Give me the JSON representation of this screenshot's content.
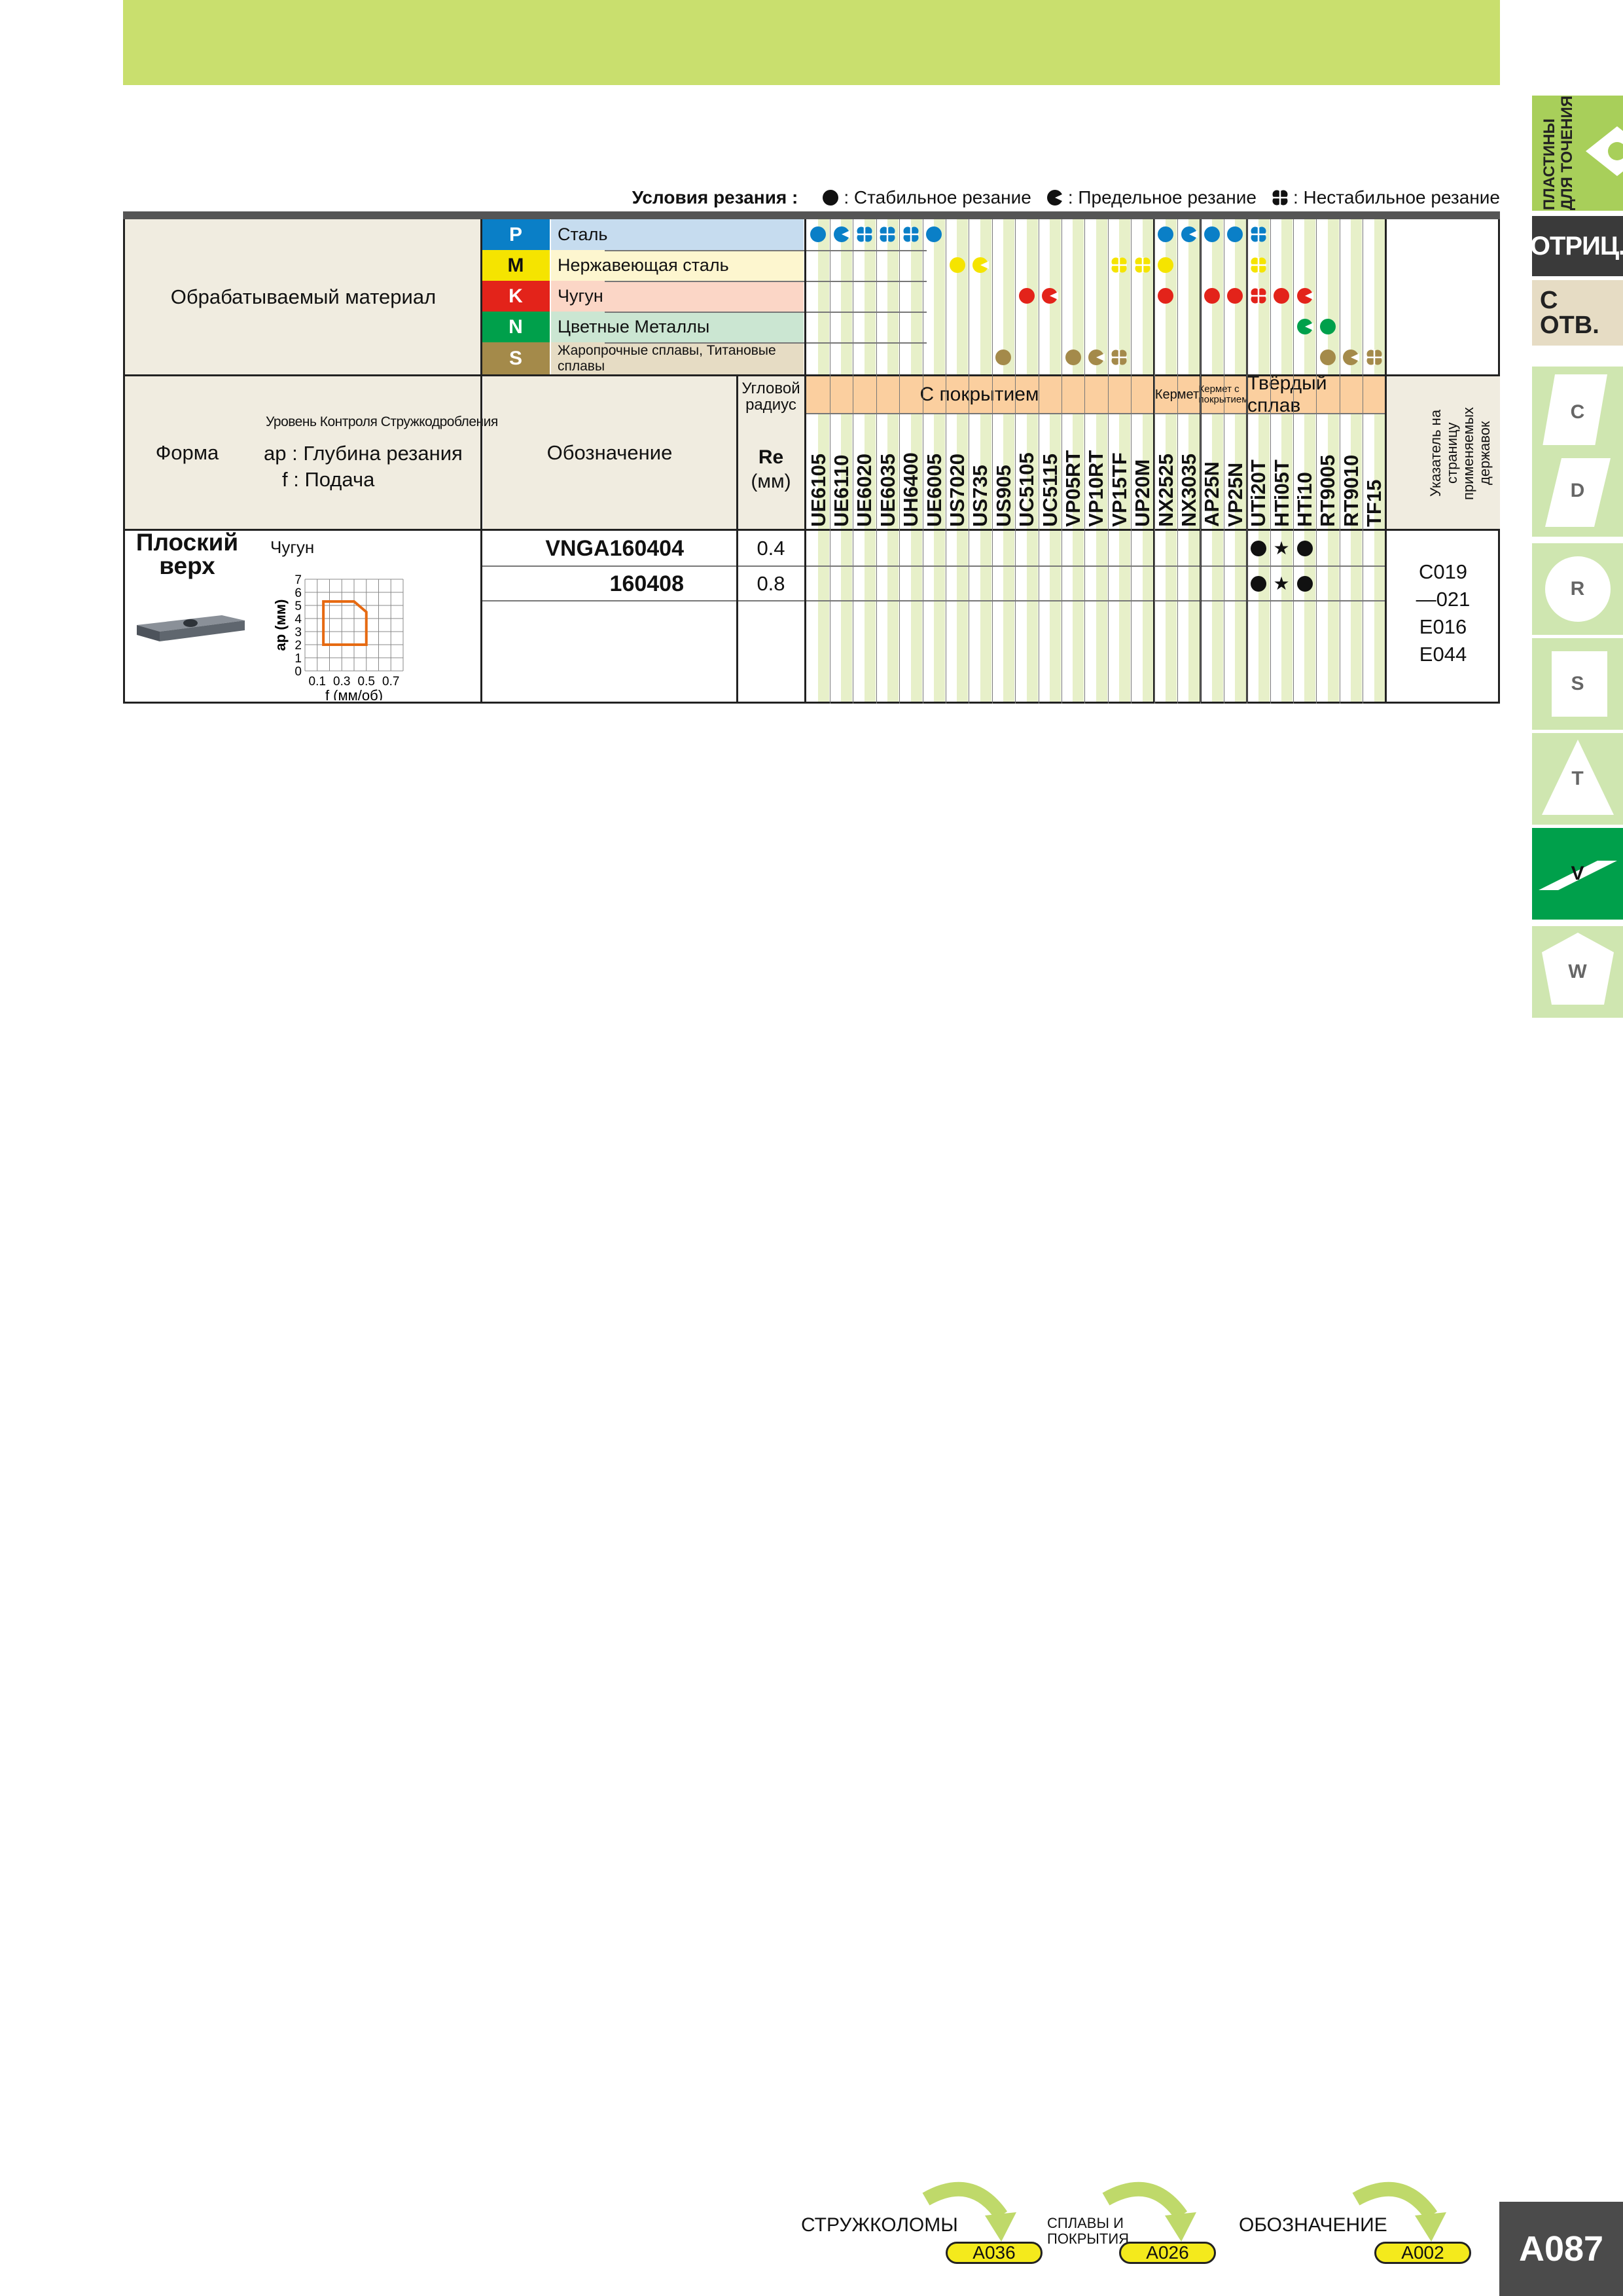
{
  "legend": {
    "title": "Условия резания :",
    "stable": ": Стабильное резание",
    "limit": ": Предельное резание",
    "unstable": ": Нестабильное резание"
  },
  "header": {
    "material_label": "Обрабатываемый материал",
    "materials": [
      {
        "code": "P",
        "name": "Сталь",
        "color": "#0a7fc7",
        "bg": "#c6dcef"
      },
      {
        "code": "M",
        "name": "Нержавеющая сталь",
        "color": "#f5e400",
        "bg": "#fdf6cf"
      },
      {
        "code": "K",
        "name": "Чугун",
        "color": "#e3231a",
        "bg": "#fbd6c6"
      },
      {
        "code": "N",
        "name": "Цветные Металлы",
        "color": "#00a04b",
        "bg": "#cbe6d2"
      },
      {
        "code": "S",
        "name": "Жаропрочные сплавы, Титановые сплавы",
        "color": "#a48a4a",
        "bg": "#e6dcc4"
      }
    ],
    "form_label": "Форма",
    "chip_control_label": "Уровень Контроля Стружкодробления",
    "ap_label": "ap : Глубина резания",
    "f_label": "f : Подача",
    "designation_label": "Обозначение",
    "radius_label": "Угловой радиус",
    "re_label": "Re",
    "re_unit": "(мм)",
    "page_index_label": "Указатель на страницу применяемых державок",
    "groups": {
      "coated": "С покрытием",
      "cermet": "Кермет",
      "coated_cermet": "Кермет с покрытием",
      "carbide": "Твёрдый сплав"
    }
  },
  "grades": [
    "UE6105",
    "UE6110",
    "UE6020",
    "UE6035",
    "UH6400",
    "UE6005",
    "US7020",
    "US735",
    "US905",
    "UC5105",
    "UC5115",
    "VP05RT",
    "VP10RT",
    "VP15TF",
    "UP20M",
    "NX2525",
    "NX3035",
    "AP25N",
    "VP25N",
    "UTi20T",
    "HTi05T",
    "HTi10",
    "RT9005",
    "RT9010",
    "TF15"
  ],
  "chart_data": {
    "type": "table",
    "title": "Условия резания",
    "columns": [
      "UE6105",
      "UE6110",
      "UE6020",
      "UE6035",
      "UH6400",
      "UE6005",
      "US7020",
      "US735",
      "US905",
      "UC5105",
      "UC5115",
      "VP05RT",
      "VP10RT",
      "VP15TF",
      "UP20M",
      "NX2525",
      "NX3035",
      "AP25N",
      "VP25N",
      "UTi20T",
      "HTi05T",
      "HTi10",
      "RT9005",
      "RT9010",
      "TF15"
    ],
    "rows": [
      {
        "material": "P",
        "cells": [
          "stable",
          "limit",
          "unstable",
          "unstable",
          "unstable",
          "stable",
          "",
          "",
          "",
          "",
          "",
          "",
          "",
          "",
          "",
          "stable",
          "limit",
          "stable",
          "stable",
          "unstable",
          "",
          "",
          "",
          "",
          ""
        ]
      },
      {
        "material": "M",
        "cells": [
          "",
          "",
          "",
          "",
          "",
          "",
          "stable",
          "limit",
          "",
          "",
          "",
          "",
          "",
          "unstable",
          "unstable",
          "stable",
          "",
          "",
          "",
          "unstable",
          "",
          "",
          "",
          "",
          ""
        ]
      },
      {
        "material": "K",
        "cells": [
          "",
          "",
          "",
          "",
          "",
          "",
          "",
          "",
          "",
          "stable",
          "limit",
          "",
          "",
          "",
          "",
          "stable",
          "",
          "stable",
          "stable",
          "unstable",
          "stable",
          "limit",
          "",
          "",
          ""
        ]
      },
      {
        "material": "N",
        "cells": [
          "",
          "",
          "",
          "",
          "",
          "",
          "",
          "",
          "",
          "",
          "",
          "",
          "",
          "",
          "",
          "",
          "",
          "",
          "",
          "",
          "",
          "limit",
          "stable",
          "",
          ""
        ]
      },
      {
        "material": "S",
        "cells": [
          "",
          "",
          "",
          "",
          "",
          "",
          "",
          "",
          "stable",
          "",
          "",
          "stable",
          "limit",
          "unstable",
          "",
          "",
          "",
          "",
          "",
          "",
          "",
          "",
          "stable",
          "limit",
          "unstable"
        ]
      }
    ]
  },
  "row": {
    "name_line1": "Плоский",
    "name_line2": "верх",
    "chart_material": "Чугун",
    "mini_chart": {
      "ylabel": "ap (мм)",
      "xlabel": "f (мм/об)",
      "yticks": [
        "7",
        "6",
        "5",
        "4",
        "3",
        "2",
        "1",
        "0"
      ],
      "xticks": [
        "0.1",
        "0.3",
        "0.5",
        "0.7"
      ],
      "region": [
        [
          0.15,
          2.0
        ],
        [
          0.15,
          5.3
        ],
        [
          0.4,
          5.3
        ],
        [
          0.5,
          4.5
        ],
        [
          0.5,
          2.0
        ]
      ]
    },
    "items": [
      {
        "designation": "VNGA160404",
        "re": "0.4",
        "marks": {
          "UTi20T": "stable",
          "HTi05T": "star",
          "HTi10": "stable"
        }
      },
      {
        "designation": "160408",
        "re": "0.8",
        "marks": {
          "UTi20T": "stable",
          "HTi05T": "star",
          "HTi10": "stable"
        }
      }
    ],
    "page_refs": [
      "C019",
      "—021",
      "E016",
      "E044"
    ]
  },
  "sidebar": {
    "title_line1": "ПЛАСТИНЫ",
    "title_line2": "ДЛЯ ТОЧЕНИЯ",
    "negative": "ОТРИЦ.",
    "with_hole_1": "С",
    "with_hole_2": "ОТВ.",
    "shapes": [
      "C",
      "D",
      "R",
      "S",
      "T",
      "V",
      "W"
    ],
    "active": "V"
  },
  "nav": {
    "chipbreakers": "СТРУЖКОЛОМЫ",
    "chipbreakers_page": "A036",
    "alloys_1": "СПЛАВЫ И",
    "alloys_2": "ПОКРЫТИЯ",
    "alloys_page": "A026",
    "designation": "ОБОЗНАЧЕНИЕ",
    "designation_page": "A002",
    "page": "A087"
  }
}
